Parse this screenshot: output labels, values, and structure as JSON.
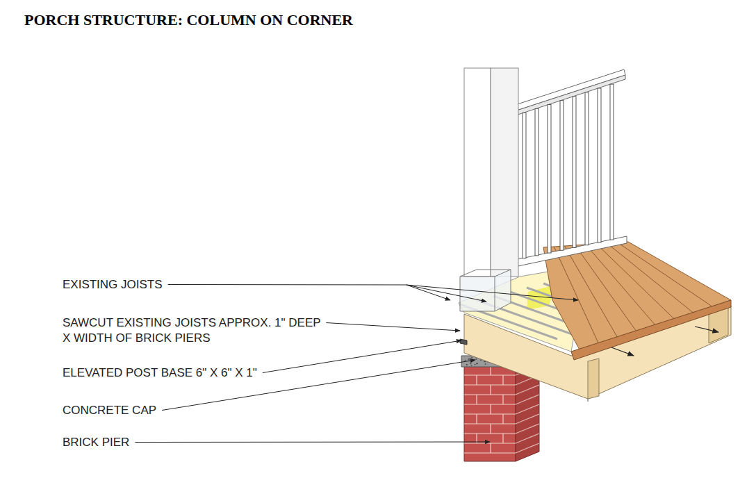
{
  "diagram": {
    "title": "PORCH STRUCTURE: COLUMN ON CORNER",
    "labels": [
      "EXISTING JOISTS",
      "SAWCUT EXISTING JOISTS APPROX. 1\" DEEP X WIDTH OF BRICK PIERS",
      "ELEVATED POST BASE  6\" X 6\" X 1\"",
      "CONCRETE CAP",
      "BRICK PIER"
    ]
  }
}
